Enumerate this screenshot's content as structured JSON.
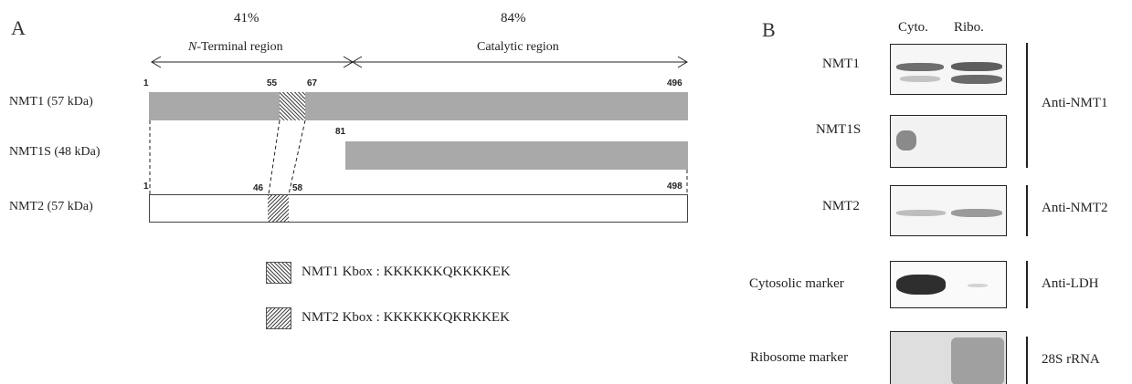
{
  "panel_a": {
    "letter": "A",
    "pct_nterm": "41%",
    "pct_catalytic": "84%",
    "region_nterm_italic": "N",
    "region_nterm_rest": "-Terminal region",
    "region_catalytic": "Catalytic region",
    "proteins": [
      {
        "label": "NMT1 (57 kDa)"
      },
      {
        "label": "NMT1S (48 kDa)"
      },
      {
        "label": "NMT2 (57 kDa)"
      }
    ],
    "positions": {
      "nmt1_start": "1",
      "nmt1_kbox_start": "55",
      "nmt1_kbox_end": "67",
      "nmt1_end": "496",
      "nmt1s_start": "81",
      "nmt2_start": "1",
      "nmt2_kbox_start": "46",
      "nmt2_kbox_end": "58",
      "nmt2_end": "498"
    },
    "legend": [
      {
        "text": "NMT1 Kbox : KKKKKKQKKKKEK"
      },
      {
        "text": "NMT2 Kbox : KKKKKKQKRKKEK"
      }
    ]
  },
  "panel_b": {
    "letter": "B",
    "columns": [
      "Cyto.",
      "Ribo."
    ],
    "blots": [
      {
        "label": "NMT1"
      },
      {
        "label": "NMT1S"
      },
      {
        "label": "NMT2"
      },
      {
        "label": "Cytosolic marker"
      },
      {
        "label": "Ribosome marker"
      }
    ],
    "antibodies": [
      "Anti-NMT1",
      "Anti-NMT2",
      "Anti-LDH",
      "28S rRNA"
    ]
  },
  "colors": {
    "bar_fill": "#a9a9a9",
    "line": "#222222"
  }
}
